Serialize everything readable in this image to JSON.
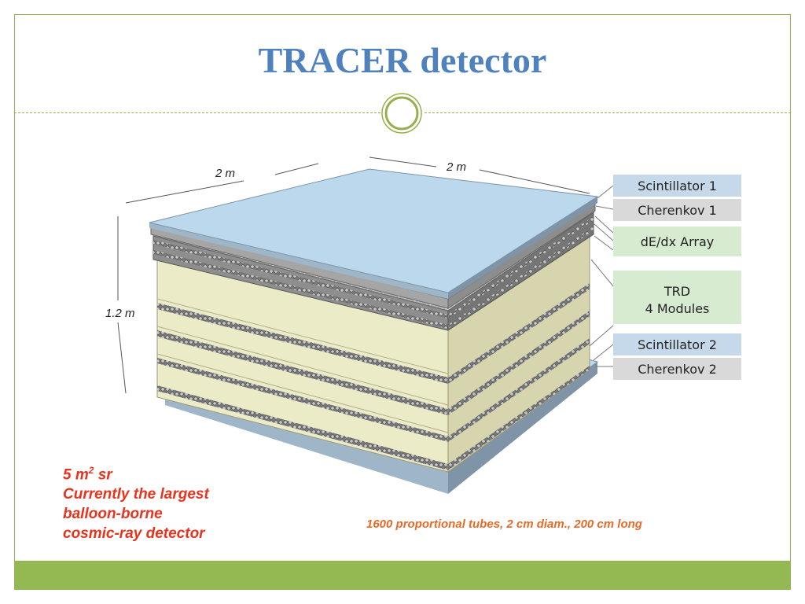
{
  "slide": {
    "title": "TRACER detector"
  },
  "dimensions": {
    "width_left": "2 m",
    "width_right": "2 m",
    "height": "1.2 m"
  },
  "layers": {
    "scintillator_1": "Scintillator 1",
    "cherenkov_1": "Cherenkov 1",
    "dedx_array": "dE/dx Array",
    "trd_line1": "TRD",
    "trd_line2": "4 Modules",
    "scintillator_2": "Scintillator 2",
    "cherenkov_2": "Cherenkov 2"
  },
  "notes": {
    "acceptance_value": "5 m",
    "acceptance_sup": "2",
    "acceptance_unit": " sr",
    "line2": "Currently the largest",
    "line3": "balloon-borne",
    "line4": "cosmic-ray detector",
    "tubes": "1600 proportional tubes, 2 cm diam., 200 cm long"
  },
  "colors": {
    "title": "#4f81bd",
    "accent": "#94b852",
    "note_red": "#e8331d",
    "note_orange": "#e86a27",
    "scintillator": "#bcd8ec",
    "trd": "#ecebc8",
    "dedx": "#9a9a9a"
  }
}
